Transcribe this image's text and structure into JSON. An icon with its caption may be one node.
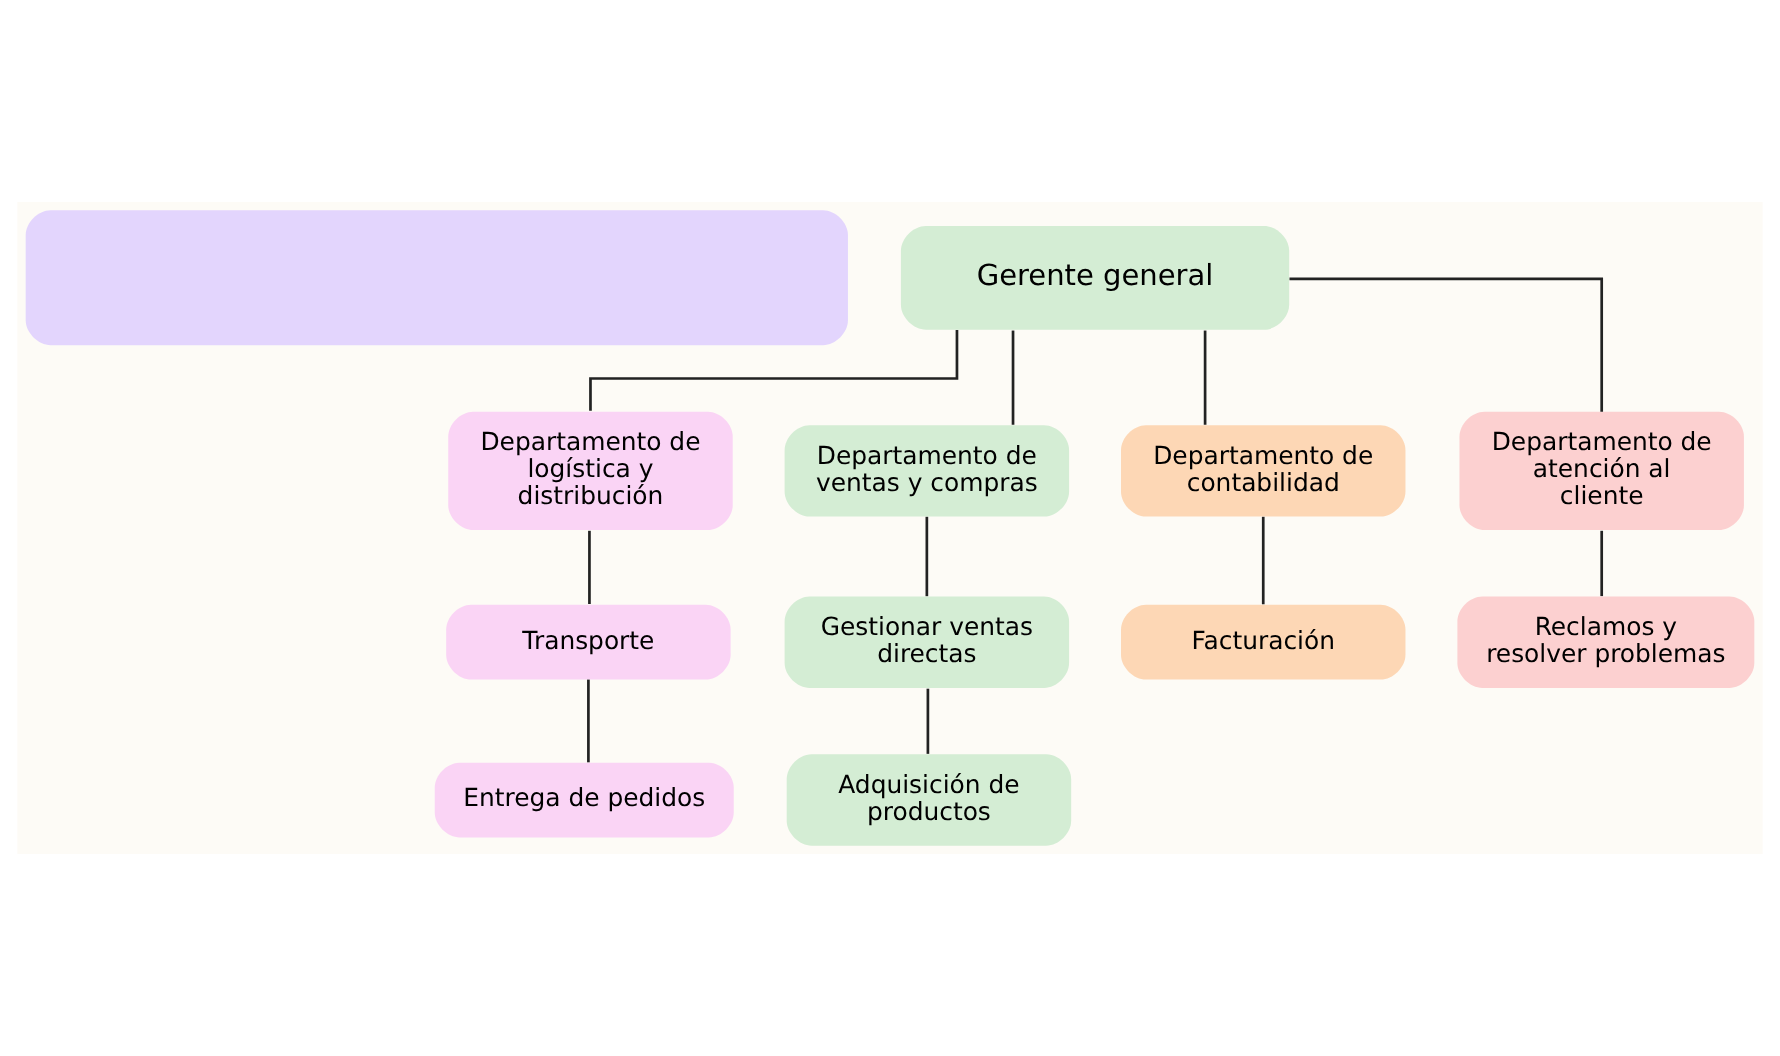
{
  "diagram": {
    "nodes": [
      {
        "text": [],
        "shape": "box"
      },
      {
        "text": [
          "Gerente general"
        ]
      },
      {
        "text": [
          "Departamento de logística y distribución"
        ]
      },
      {
        "text": [
          "Departamento de ventas y compras"
        ]
      },
      {
        "text": [
          "Departamento de contabilidad"
        ]
      },
      {
        "text": [
          "Departamento de atención al cliente"
        ]
      },
      {
        "text": [
          "Transporte"
        ]
      },
      {
        "text": [
          "Entrega de pedidos"
        ]
      },
      {
        "text": [
          "Gestionar ventas directas"
        ]
      },
      {
        "text": [
          "Adquisición de productos"
        ]
      },
      {
        "text": [
          "Facturación"
        ]
      },
      {
        "text": [
          "Reclamos y resolver problemas"
        ]
      }
    ],
    "edges": [
      {
        "from": 1,
        "to": 2,
        "arrow": "none"
      },
      {
        "from": 1,
        "to": 3,
        "arrow": "none"
      },
      {
        "from": 1,
        "to": 4,
        "arrow": "none"
      },
      {
        "from": 1,
        "to": 5,
        "arrow": "none"
      },
      {
        "from": 2,
        "to": 6,
        "arrow": "none"
      },
      {
        "from": 6,
        "to": 7,
        "arrow": "none"
      },
      {
        "from": 3,
        "to": 8,
        "arrow": "none"
      },
      {
        "from": 8,
        "to": 9,
        "arrow": "none"
      },
      {
        "from": 4,
        "to": 10,
        "arrow": "none"
      },
      {
        "from": 5,
        "to": 11,
        "arrow": "none"
      }
    ]
  }
}
